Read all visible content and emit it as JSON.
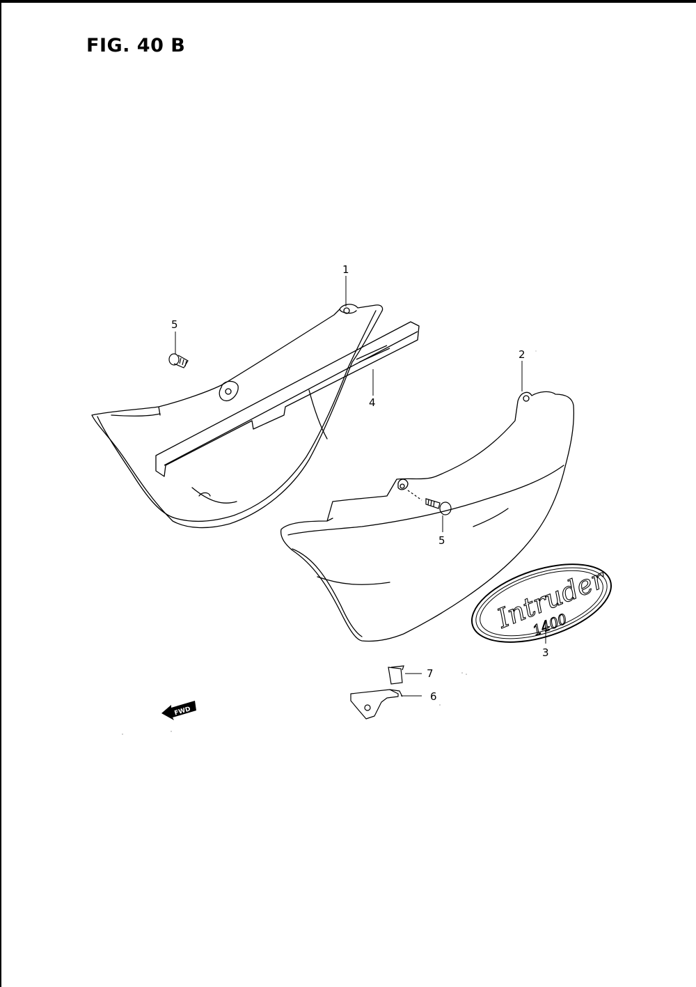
{
  "figure": {
    "title": "FIG. 40 B"
  },
  "callouts": [
    {
      "id": "part-1",
      "label": "1"
    },
    {
      "id": "part-2",
      "label": "2"
    },
    {
      "id": "part-3",
      "label": "3"
    },
    {
      "id": "part-4",
      "label": "4"
    },
    {
      "id": "part-5a",
      "label": "5"
    },
    {
      "id": "part-5b",
      "label": "5"
    },
    {
      "id": "part-6",
      "label": "6"
    },
    {
      "id": "part-7",
      "label": "7"
    }
  ],
  "emblem": {
    "script": "Intruder",
    "model": "1400"
  },
  "direction_marker": {
    "label": "FWD"
  }
}
